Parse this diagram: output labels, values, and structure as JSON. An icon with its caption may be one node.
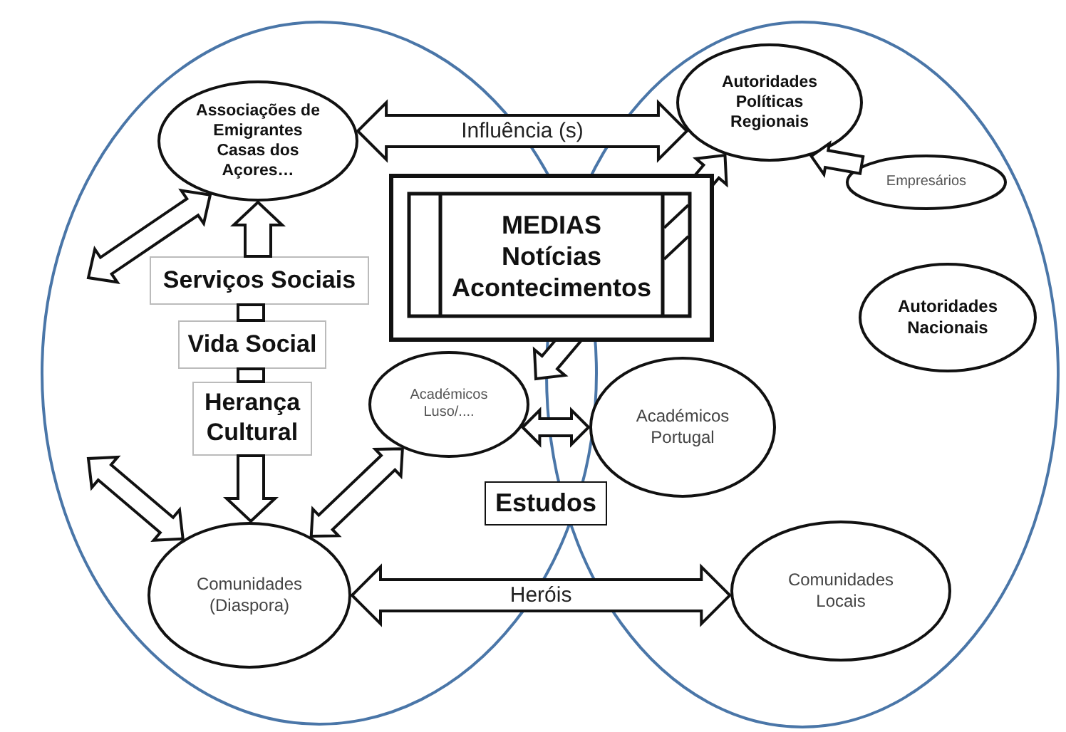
{
  "diagram": {
    "nodes": [
      {
        "text": [],
        "shape": "ellipse"
      },
      {
        "text": [],
        "shape": "ellipse"
      },
      {
        "text": [
          "Associações de Emigrantes Casas dos Açores…"
        ],
        "in": 0
      },
      {
        "text": [
          "Autoridades Políticas Regionais"
        ],
        "in": 1
      },
      {
        "text": [
          "Empresários"
        ],
        "in": 1
      },
      {
        "text": [
          "MEDIAS Notícias Acontecimentos"
        ]
      },
      {
        "text": [
          "Autoridades Nacionais"
        ],
        "in": 1
      },
      {
        "text": [
          "Serviços Sociais"
        ],
        "in": 0
      },
      {
        "text": [
          "Vida Social"
        ],
        "in": 0
      },
      {
        "text": [
          "Herança Cultural"
        ],
        "in": 0
      },
      {
        "text": [
          "Académicos Luso/...."
        ],
        "in": 0
      },
      {
        "text": [
          "Académicos Portugal"
        ],
        "in": 1
      },
      {
        "text": [
          "Estudos"
        ]
      },
      {
        "text": [
          "Comunidades (Diaspora)"
        ],
        "in": 0
      },
      {
        "text": [
          "Comunidades Locais"
        ],
        "in": 1
      }
    ],
    "edges": [
      {
        "from": 2,
        "to": 3,
        "arrow": "both",
        "label": "Influência (s)"
      },
      {
        "from": 4,
        "to": 3,
        "arrow": "to"
      },
      {
        "from": 2,
        "to": null,
        "arrow": "both"
      },
      {
        "from": 7,
        "to": 2,
        "arrow": "to"
      },
      {
        "from": 7,
        "to": 8,
        "arrow": "none"
      },
      {
        "from": 8,
        "to": 9,
        "arrow": "none"
      },
      {
        "from": 9,
        "to": 13,
        "arrow": "to"
      },
      {
        "from": null,
        "to": 13,
        "arrow": "both"
      },
      {
        "from": 13,
        "to": 10,
        "arrow": "both"
      },
      {
        "from": 10,
        "to": 11,
        "arrow": "both"
      },
      {
        "from": 13,
        "to": 14,
        "arrow": "both",
        "label": "Heróis"
      },
      {
        "from": null,
        "to": 3,
        "arrow": "both"
      }
    ]
  }
}
